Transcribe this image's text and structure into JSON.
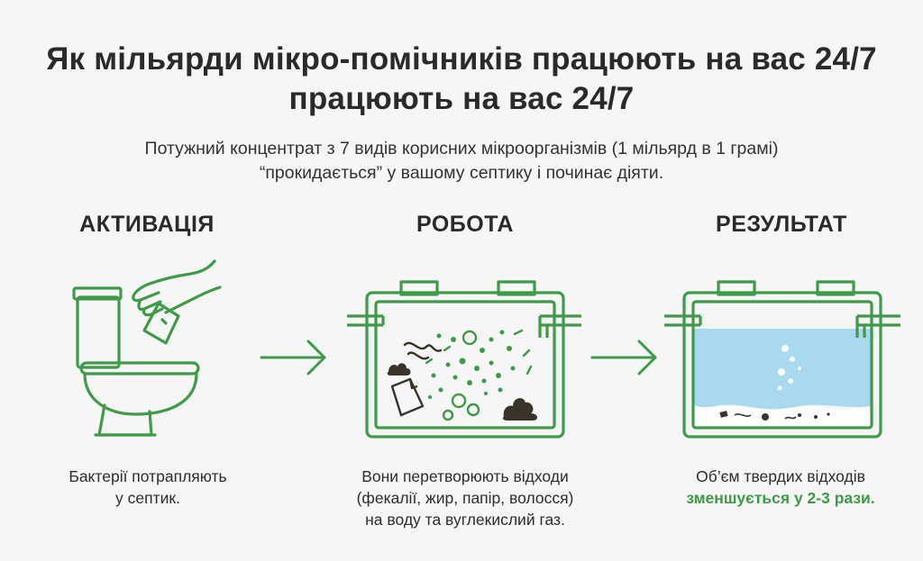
{
  "title": {
    "line1": "Як мільярди мікро-помічників працюють на вас 24/7",
    "line2": "працюють на вас 24/7"
  },
  "subtitle": {
    "line1": "Потужний концентрат з 7 видів корисних мікроорганізмів (1 мільярд в 1 грамі)",
    "line2": "“прокидається” у вашому септику і починає діяти."
  },
  "steps": [
    {
      "heading": "АКТИВАЦІЯ",
      "caption_line1": "Бактерії потрапляють",
      "caption_line2": "у септик.",
      "icon": "toilet-hand-icon"
    },
    {
      "heading": "РОБОТА",
      "caption_line1": "Вони перетворюють відходи",
      "caption_line2": "(фекалії, жир, папір, волосся)",
      "caption_line3": "на воду та вуглекислий газ.",
      "icon": "septic-tank-working-icon"
    },
    {
      "heading": "РЕЗУЛЬТАТ",
      "caption_line1": "Об’єм твердих відходів",
      "caption_highlight": "зменшується у 2-3 рази.",
      "icon": "septic-tank-result-icon"
    }
  ],
  "arrows": [
    "arrow-right-icon",
    "arrow-right-icon"
  ],
  "colors": {
    "accent_green": "#3f9a49",
    "water_blue": "#a9d9ef",
    "dark_waste": "#3a3329",
    "background": "#f6f6f6"
  }
}
